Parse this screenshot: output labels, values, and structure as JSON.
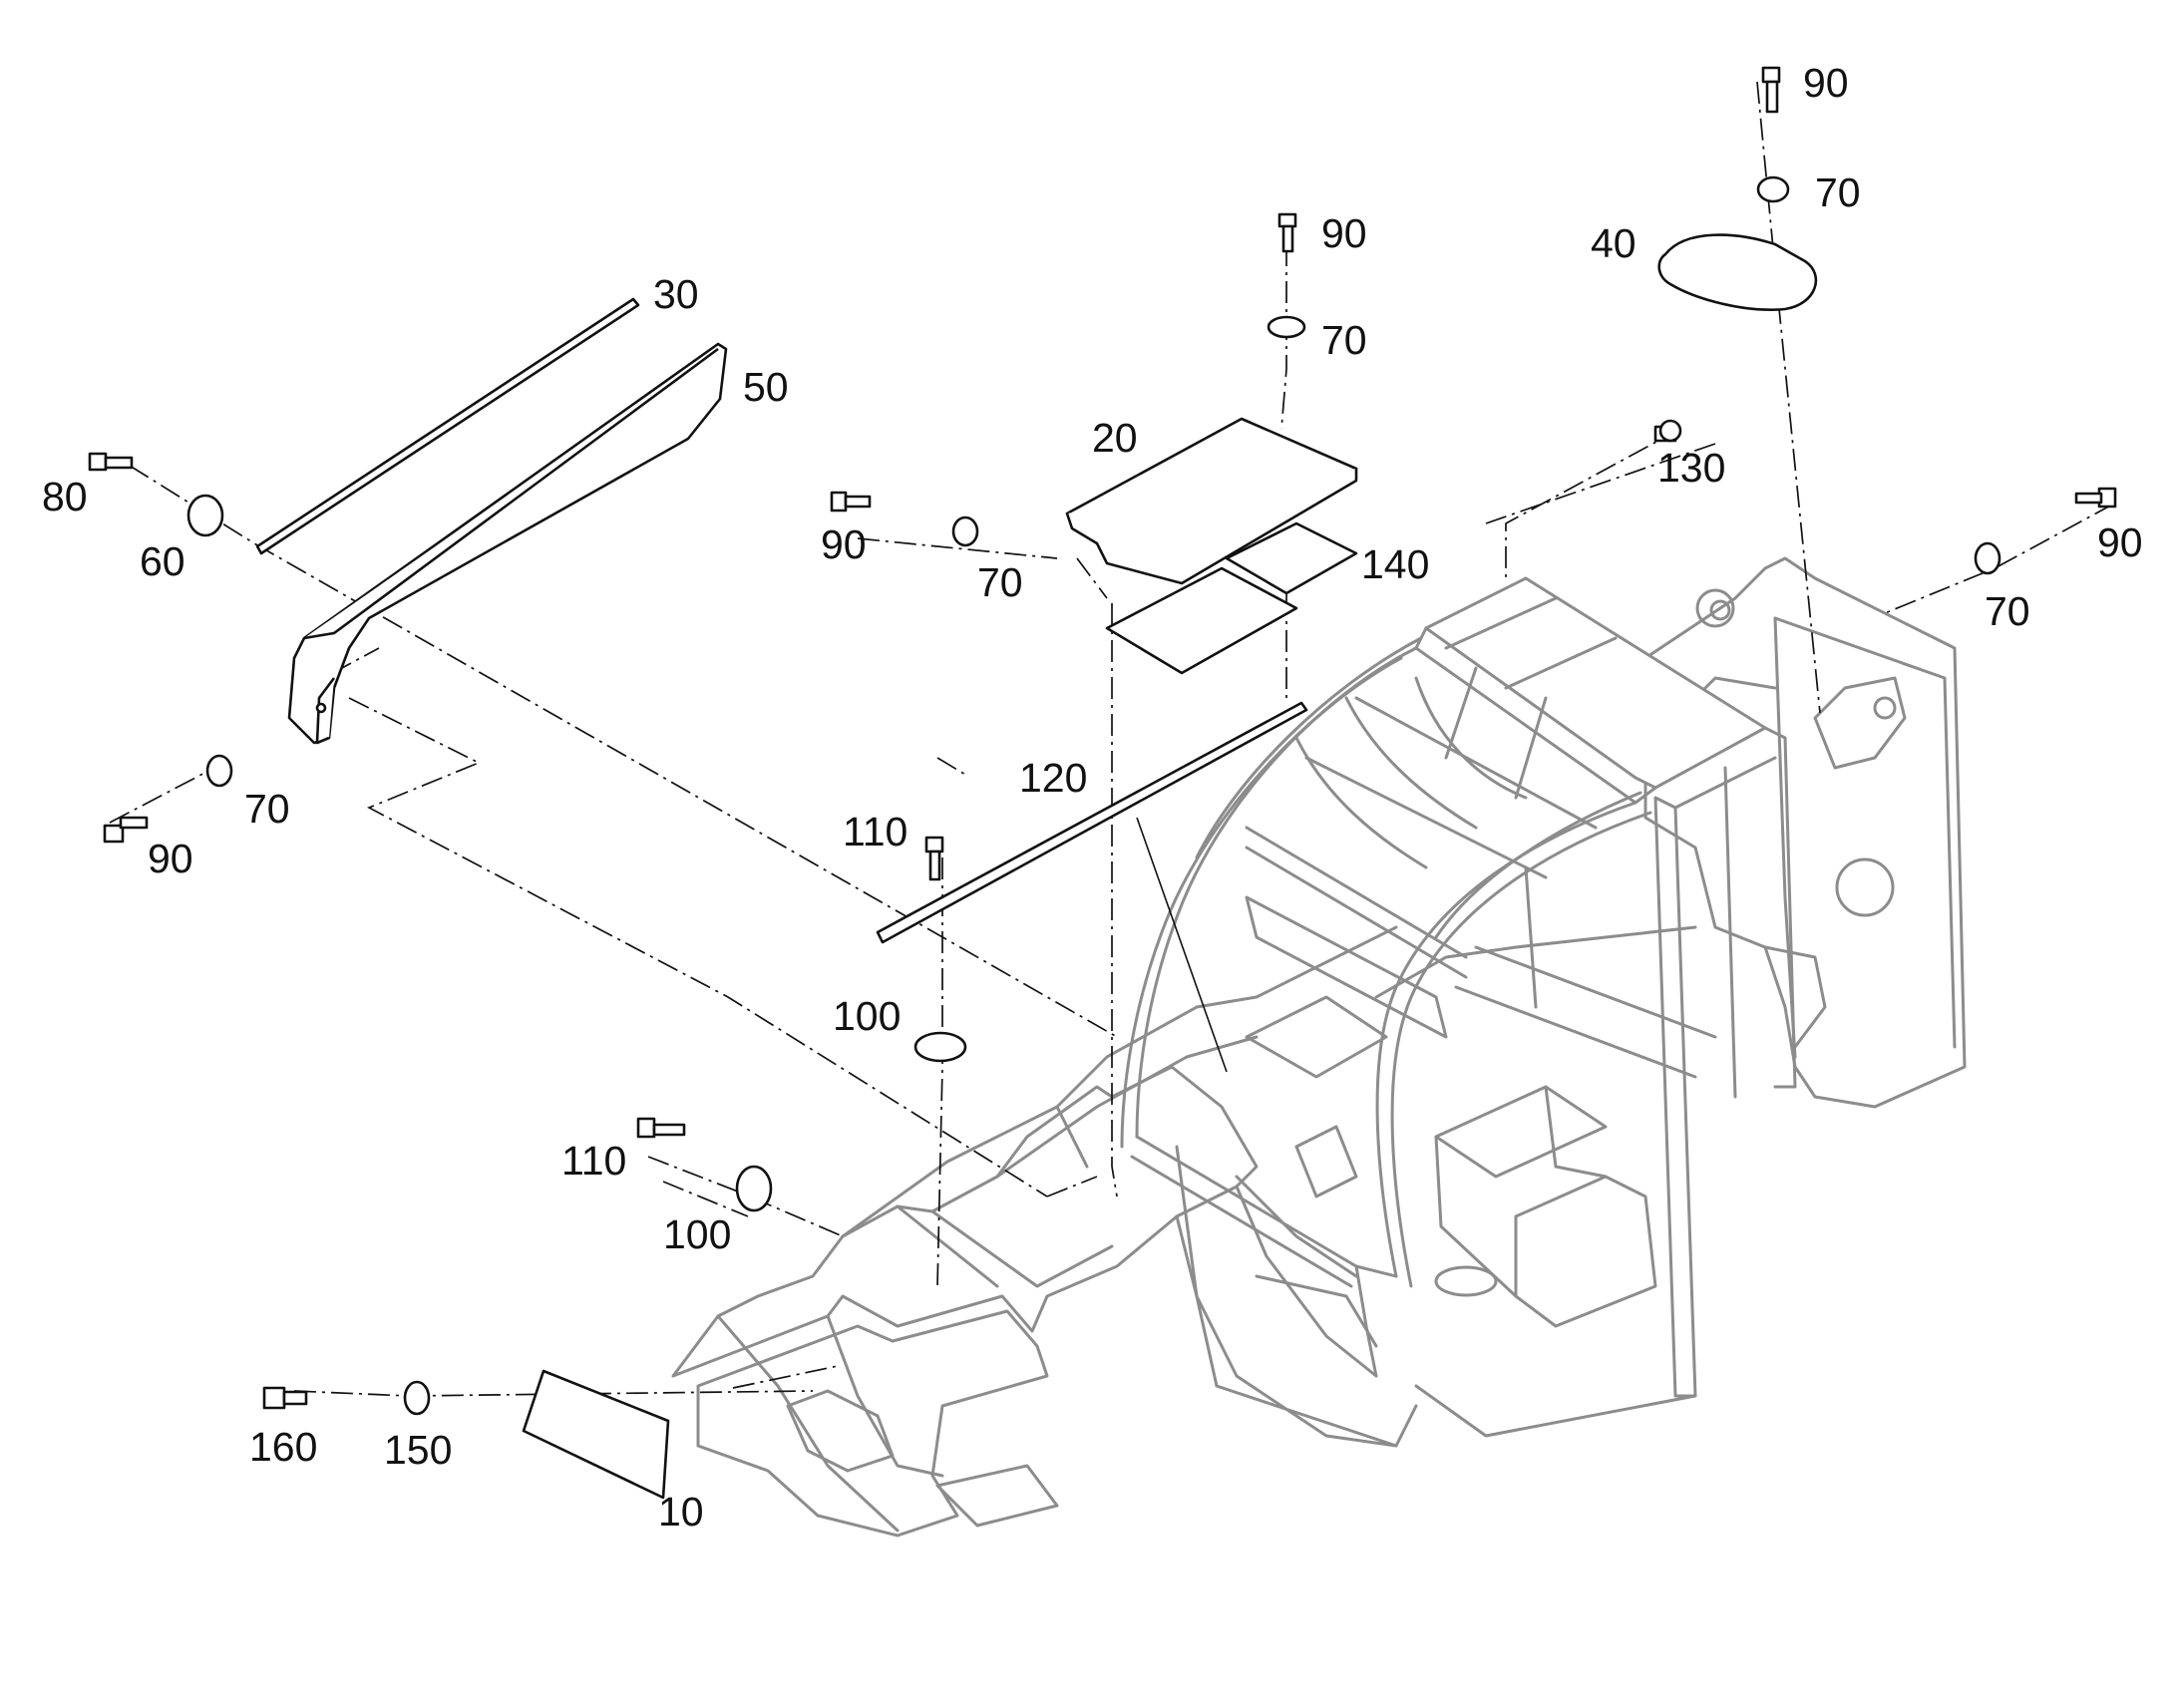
{
  "labels": {
    "p10": "10",
    "p20": "20",
    "p30": "30",
    "p40": "40",
    "p50": "50",
    "p60": "60",
    "p70a": "70",
    "p70b": "70",
    "p70c": "70",
    "p70d": "70",
    "p70e": "70",
    "p80": "80",
    "p90a": "90",
    "p90b": "90",
    "p90c": "90",
    "p90d": "90",
    "p90e": "90",
    "p100a": "100",
    "p100b": "100",
    "p110a": "110",
    "p110b": "110",
    "p120": "120",
    "p130": "130",
    "p140": "140",
    "p150": "150",
    "p160": "160"
  }
}
